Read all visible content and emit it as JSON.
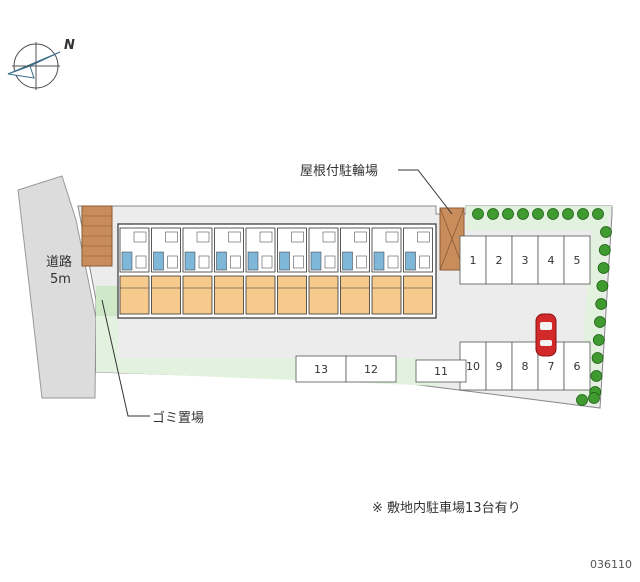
{
  "compass": {
    "north_label": "N"
  },
  "road": {
    "label_line1": "道路",
    "label_line2": "5m"
  },
  "labels": {
    "bicycle_parking": "屋根付駐輪場",
    "garbage_area": "ゴミ置場",
    "note": "※ 敷地内駐車場13台有り",
    "code": "036110"
  },
  "parking": {
    "top_row": [
      "1",
      "2",
      "3",
      "4",
      "5"
    ],
    "bottom_row": [
      "10",
      "9",
      "8",
      "7",
      "6"
    ],
    "front_row": [
      "13",
      "12",
      "11"
    ]
  },
  "colors": {
    "building_blue": "#7fb7d9",
    "building_orange": "#f6c98d",
    "road_gray": "#dcdcdc",
    "lot_gray": "#ececec",
    "grass": "#e3f2df",
    "tree_green": "#3f9a2f",
    "brick": "#c98d5c",
    "car_red": "#d22a2a"
  }
}
